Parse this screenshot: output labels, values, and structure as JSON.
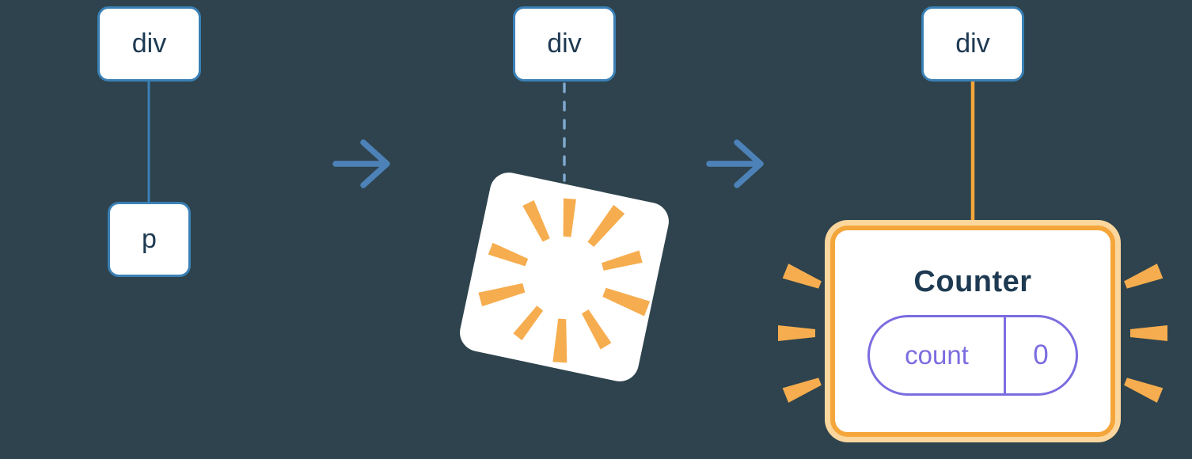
{
  "colors": {
    "background": "#2e434d",
    "node_border": "#3a80b5",
    "node_text": "#1e3a52",
    "arrow": "#4d82b8",
    "dashed": "#7fa8cd",
    "orange": "#f5a63b",
    "orange_glow": "#fbd79e",
    "burst": "#f6ad4f",
    "purple": "#7b6ce0"
  },
  "stage_before": {
    "parent": {
      "label": "div"
    },
    "child": {
      "label": "p"
    }
  },
  "stage_removal": {
    "parent": {
      "label": "div"
    }
  },
  "stage_after": {
    "parent": {
      "label": "div"
    },
    "component": {
      "title": "Counter",
      "state_key": "count",
      "state_value": "0"
    }
  },
  "icons": [
    "transition-arrow-icon",
    "transition-arrow-icon",
    "poof-burst-icon",
    "emphasis-burst-left-icon",
    "emphasis-burst-right-icon"
  ]
}
